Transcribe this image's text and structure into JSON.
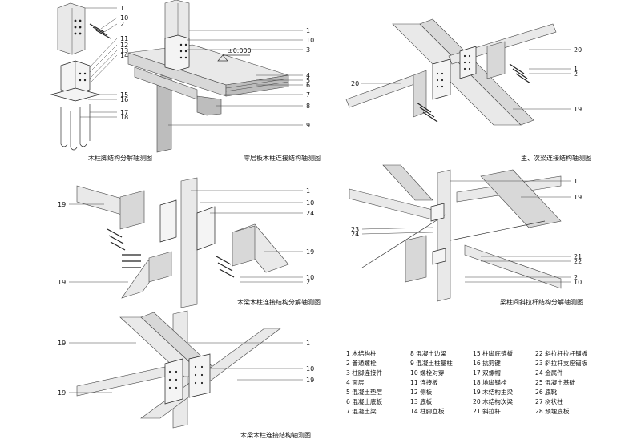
{
  "captions": {
    "p1": "木柱脚结构分解轴测图",
    "p2": "零层板木柱连接结构轴测图",
    "p3": "主、次梁连接结构轴测图",
    "p4": "木梁木柱连接结构分解轴测图",
    "p5": "梁柱间斜拉杆结构分解轴测图",
    "p6": "木梁木柱连接结构轴测图"
  },
  "elevation_mark": "±0.000",
  "callouts": {
    "p1": [
      "1",
      "10",
      "2",
      "11",
      "12",
      "13",
      "14",
      "15",
      "16",
      "17",
      "18"
    ],
    "p2": [
      "1",
      "10",
      "3",
      "4",
      "5",
      "6",
      "7",
      "8",
      "9"
    ],
    "p3": [
      "20",
      "20",
      "1",
      "2",
      "19"
    ],
    "p4": [
      "19",
      "19",
      "1",
      "10",
      "24",
      "19",
      "10",
      "2"
    ],
    "p5": [
      "1",
      "19",
      "23",
      "24",
      "21",
      "22",
      "2",
      "10"
    ],
    "p6": [
      "19",
      "19",
      "1",
      "10",
      "19"
    ]
  },
  "legend": [
    [
      "1 木结构柱",
      "2 普通螺栓",
      "3 柱脚连接件",
      "4 面层",
      "5 混凝土垫层",
      "6 混凝土底板",
      "7 混凝土梁"
    ],
    [
      "8 混凝土边梁",
      "9 混凝土桩基柱",
      "10 螺栓对穿",
      "11 连接板",
      "12 侧板",
      "13 底板",
      "14 柱脚立板"
    ],
    [
      "15 柱脚底锚板",
      "16 抗剪键",
      "17 双螺帽",
      "18 地脚锚栓",
      "19 木结构主梁",
      "20 木结构次梁",
      "21 斜拉杆"
    ],
    [
      "22 斜拉杆拉杆锚板",
      "23 斜拉杆支座锚板",
      "24 金属件",
      "25 混凝土基础",
      "26 底靴",
      "27 树状柱",
      "28 预埋底板"
    ]
  ]
}
